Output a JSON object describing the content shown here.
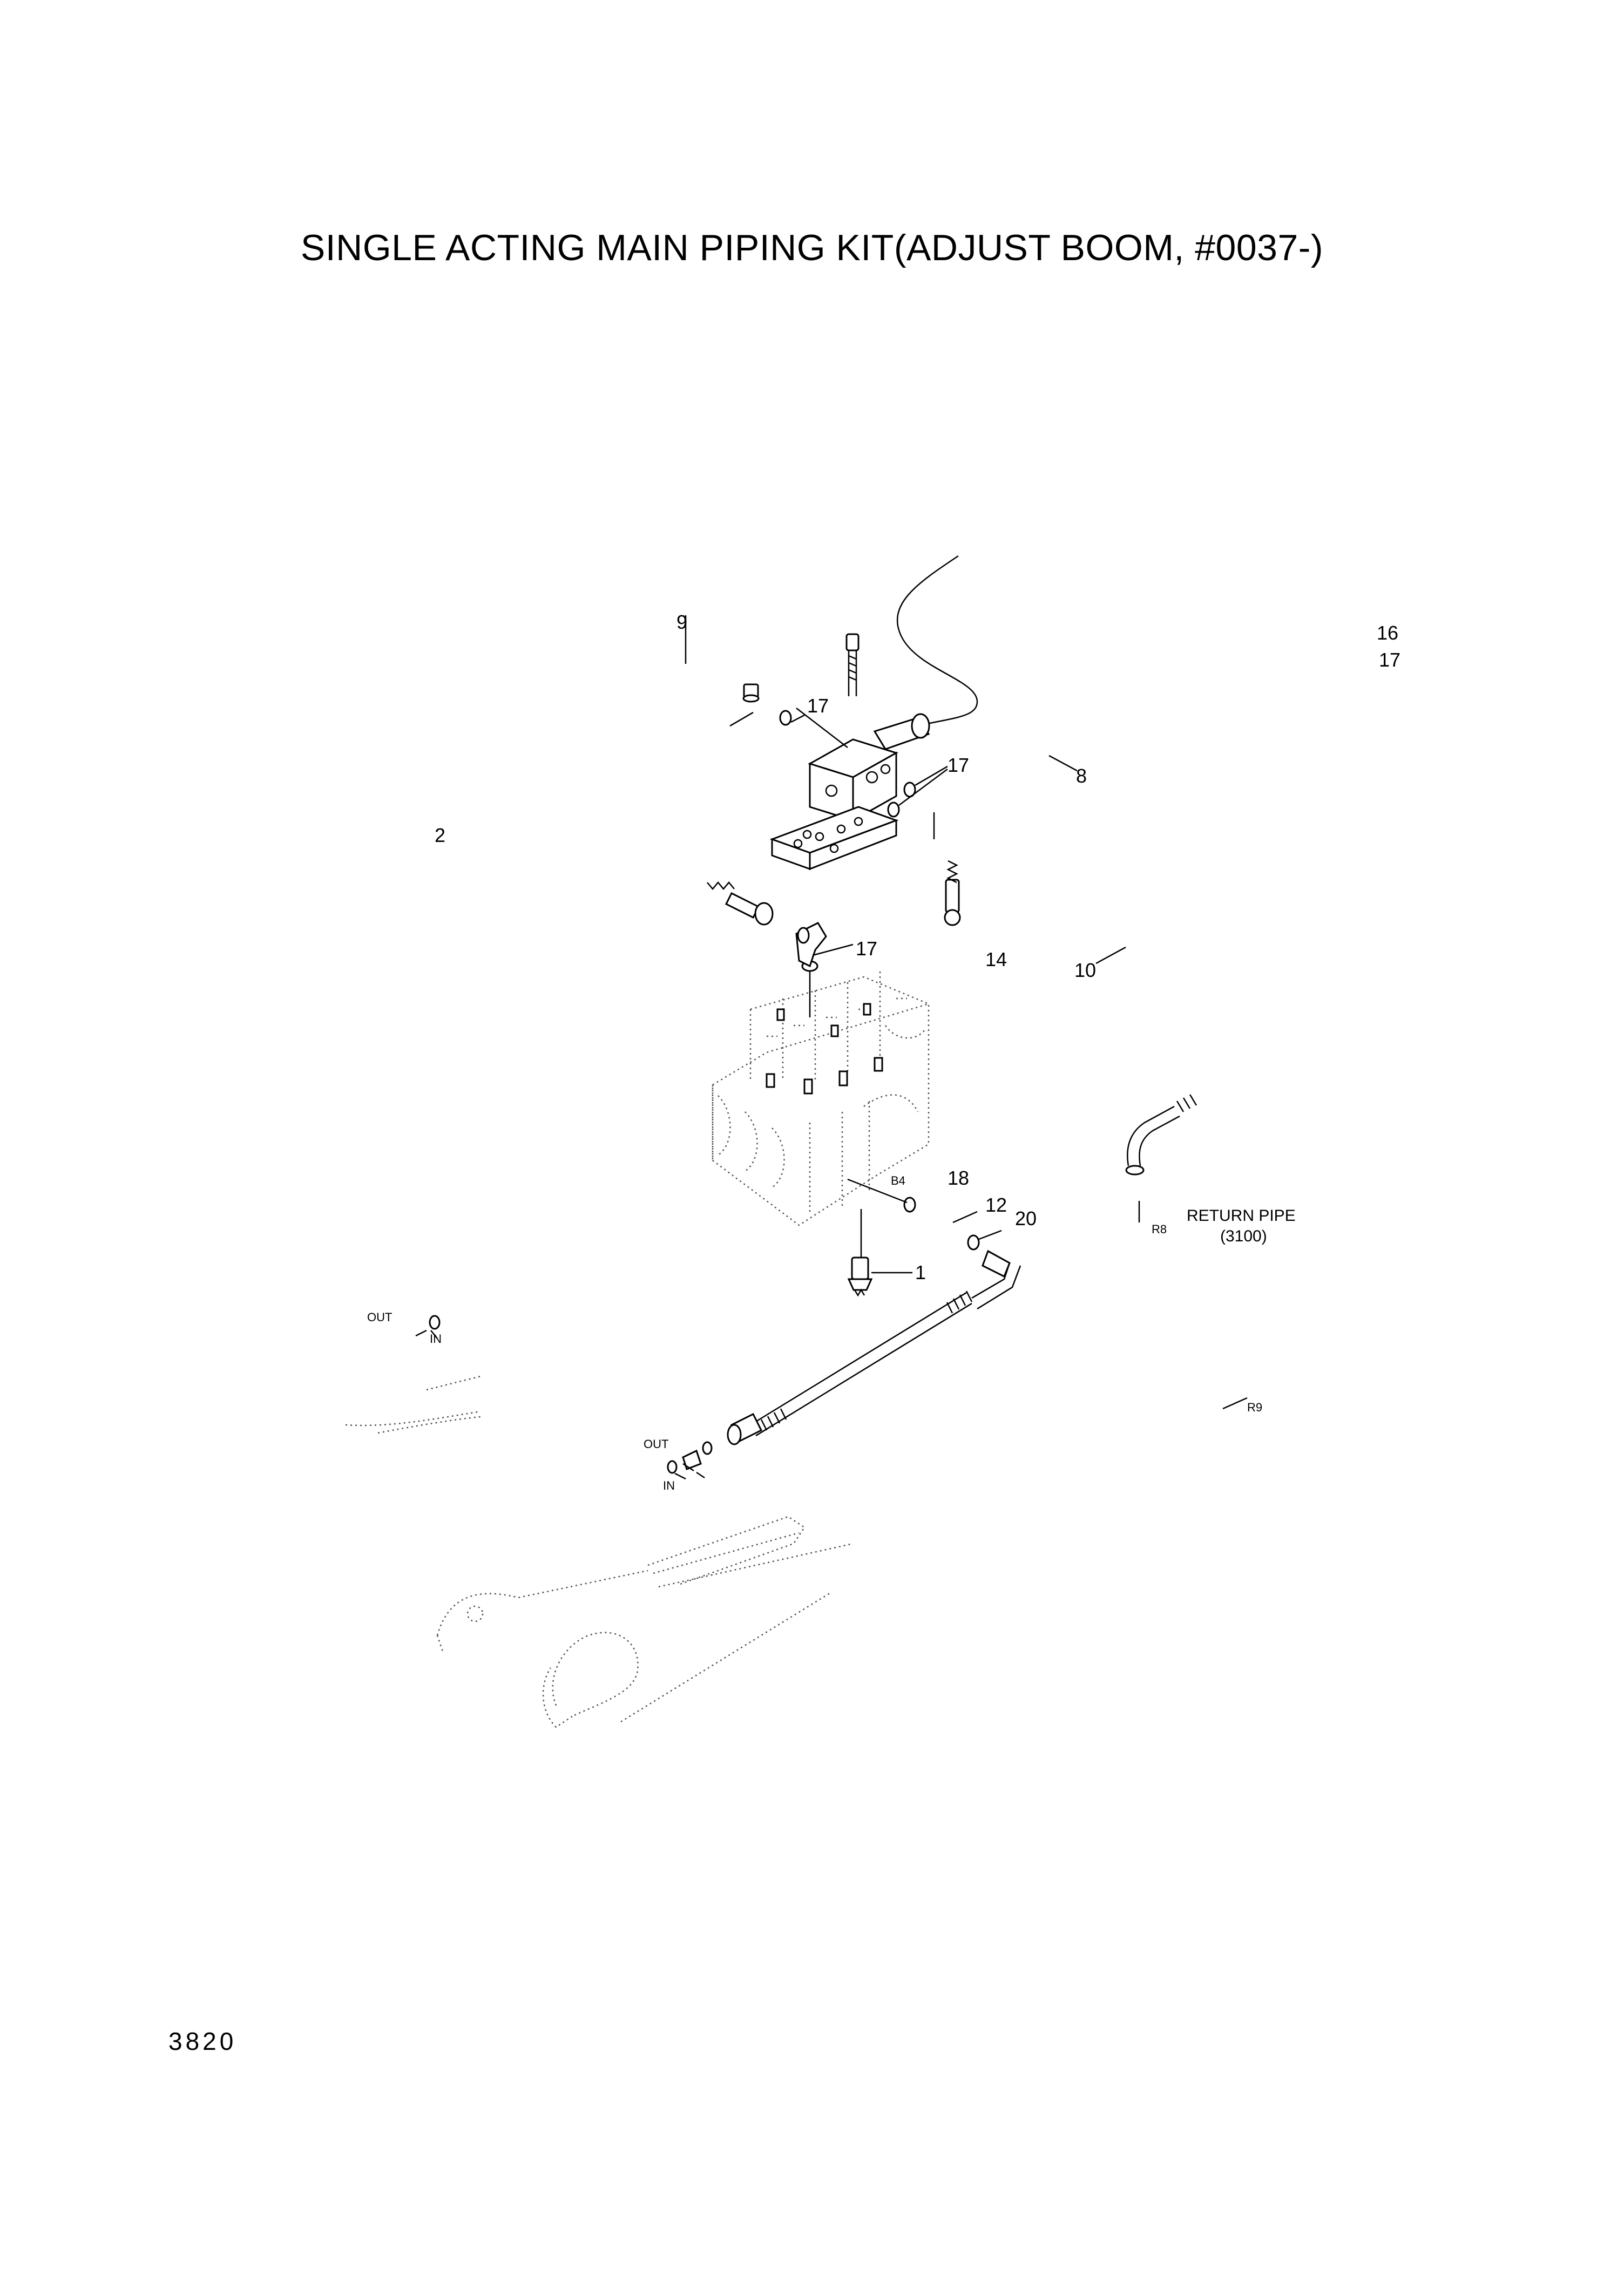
{
  "title": "SINGLE  ACTING MAIN PIPING KIT(ADJUST BOOM, #0037-)",
  "page_number": "3820",
  "callouts": {
    "c1": "1",
    "c2": "2",
    "c8": "8",
    "c9": "9",
    "c10": "10",
    "c12": "12",
    "c14": "14",
    "c16": "16",
    "c17a": "17",
    "c17b": "17",
    "c17c": "17",
    "c17d": "17",
    "c18": "18",
    "c20": "20"
  },
  "port_labels": {
    "b4": "B4",
    "r8": "R8",
    "r9": "R9",
    "out_left": "OUT",
    "in_left": "IN",
    "out_mid": "OUT",
    "in_mid": "IN"
  },
  "notes": {
    "return_pipe": "RETURN PIPE",
    "return_pipe_ref": "(3100)"
  }
}
